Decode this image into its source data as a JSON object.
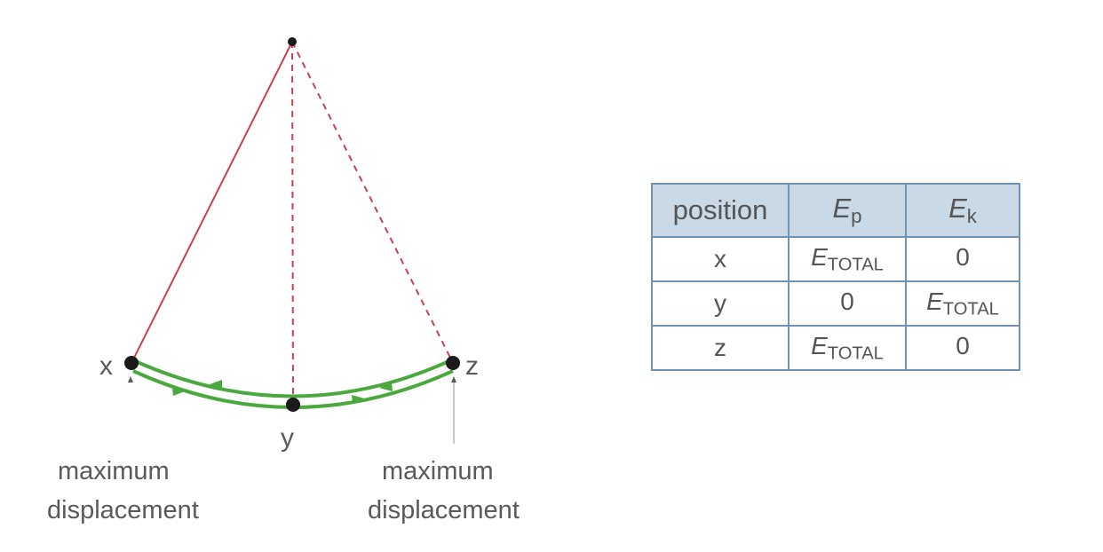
{
  "diagram": {
    "point_labels": {
      "x": "x",
      "y": "y",
      "z": "z"
    },
    "left_caption": [
      "maximum",
      "displacement"
    ],
    "right_caption": [
      "maximum",
      "displacement"
    ],
    "colors": {
      "string": "#c9404f",
      "path": "#4aa83e",
      "bob": "#1a1a1a"
    }
  },
  "table": {
    "headers": [
      {
        "symbol": "",
        "text": "position"
      },
      {
        "symbol": "E",
        "sub": "p"
      },
      {
        "symbol": "E",
        "sub": "k"
      }
    ],
    "rows": [
      {
        "position": "x",
        "ep": {
          "symbol": "E",
          "sub": "TOTAL",
          "text": ""
        },
        "ek": {
          "symbol": "",
          "sub": "",
          "text": "0"
        }
      },
      {
        "position": "y",
        "ep": {
          "symbol": "",
          "sub": "",
          "text": "0"
        },
        "ek": {
          "symbol": "E",
          "sub": "TOTAL",
          "text": ""
        }
      },
      {
        "position": "z",
        "ep": {
          "symbol": "E",
          "sub": "TOTAL",
          "text": ""
        },
        "ek": {
          "symbol": "",
          "sub": "",
          "text": "0"
        }
      }
    ],
    "colors": {
      "border": "#6f93b6",
      "header_bg": "#c9d9e5"
    }
  }
}
